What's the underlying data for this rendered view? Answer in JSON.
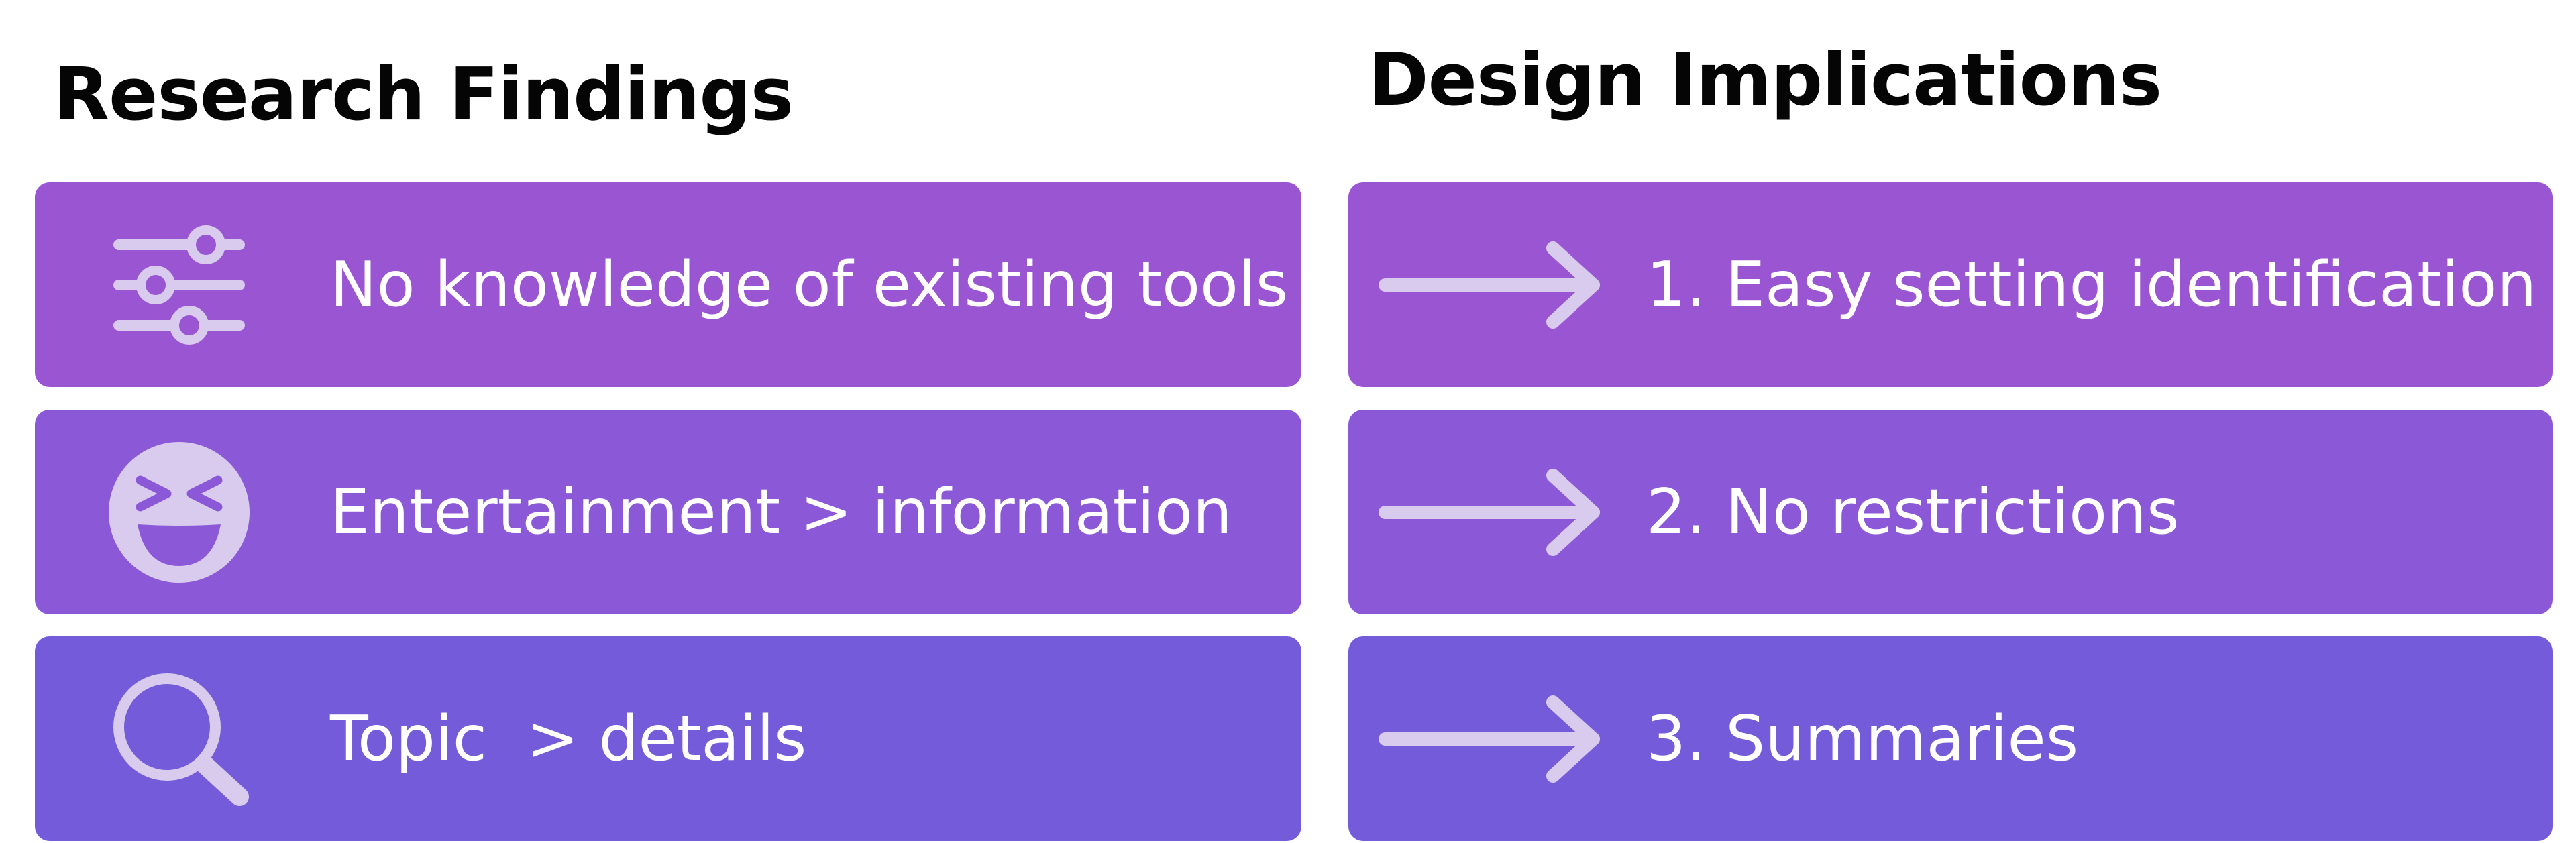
{
  "headings": {
    "left": "Research Findings",
    "right": "Design Implications"
  },
  "findings": [
    {
      "label": "No knowledge of existing tools",
      "icon": "sliders-icon"
    },
    {
      "label": "Entertainment > information",
      "icon": "laughing-face-icon"
    },
    {
      "label": "Topic  > details",
      "icon": "magnifying-glass-icon"
    }
  ],
  "implications": [
    {
      "label": "1. Easy setting identification",
      "icon": "right-arrow-icon"
    },
    {
      "label": "2. No restrictions",
      "icon": "right-arrow-icon"
    },
    {
      "label": "3. Summaries",
      "icon": "right-arrow-icon"
    }
  ],
  "colors": {
    "row1": "#9a55d3",
    "row2": "#8b59d8",
    "row3": "#735bd9",
    "icon": "#d9cbee",
    "text": "#ffffff",
    "heading": "#050505"
  }
}
